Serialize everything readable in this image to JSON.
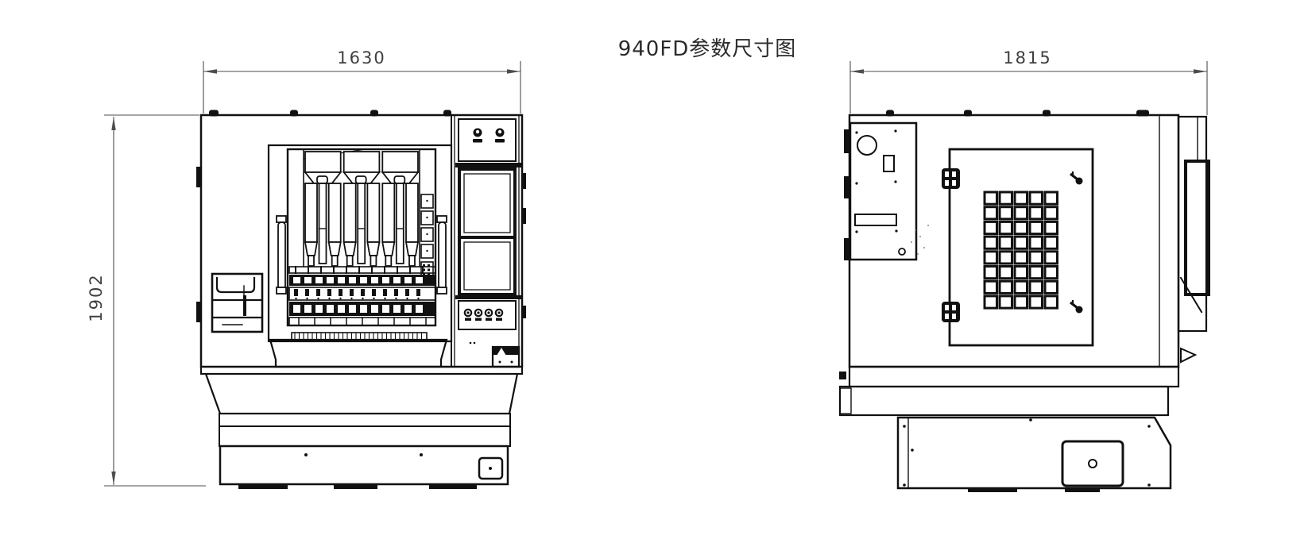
{
  "title": "940FD参数尺寸图",
  "views": {
    "front": {
      "width_dim": "1630",
      "height_dim": "1902"
    },
    "side": {
      "width_dim": "1815"
    }
  },
  "colors": {
    "line": "#111111",
    "dimension": "#4d4d4d",
    "background": "#ffffff"
  }
}
